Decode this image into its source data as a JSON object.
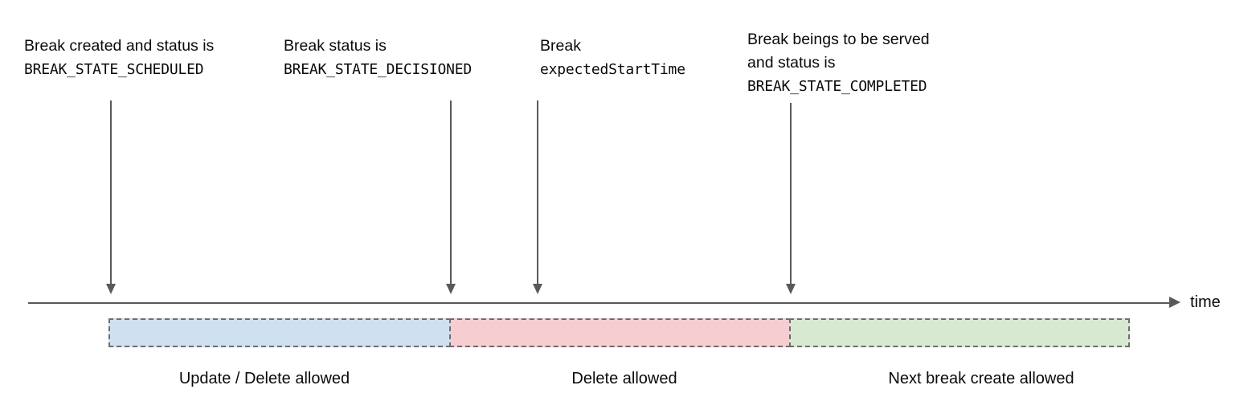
{
  "diagram": {
    "axis": {
      "label": "time",
      "arrow_icon": "arrow-right-icon"
    },
    "annotations": [
      {
        "id": "scheduled",
        "arrow_icon": "arrow-down-icon",
        "lines": [
          {
            "text": "Break created and status is",
            "style": "plain"
          },
          {
            "text": "BREAK_STATE_SCHEDULED",
            "style": "mono"
          }
        ]
      },
      {
        "id": "decisioned",
        "arrow_icon": "arrow-down-icon",
        "lines": [
          {
            "text": "Break status is",
            "style": "plain"
          },
          {
            "text": "BREAK_STATE_DECISIONED",
            "style": "mono"
          }
        ]
      },
      {
        "id": "expected",
        "arrow_icon": "arrow-down-icon",
        "lines": [
          {
            "text": "Break",
            "style": "plain"
          },
          {
            "text": "expectedStartTime",
            "style": "mono"
          }
        ]
      },
      {
        "id": "completed",
        "arrow_icon": "arrow-down-icon",
        "lines": [
          {
            "text": "Break beings to be served",
            "style": "plain"
          },
          {
            "text": "and status is",
            "style": "plain"
          },
          {
            "text": "BREAK_STATE_COMPLETED",
            "style": "mono"
          }
        ]
      }
    ],
    "phases": [
      {
        "id": "update-delete",
        "caption": "Update / Delete allowed",
        "color": "#cfe0f0"
      },
      {
        "id": "delete",
        "caption": "Delete allowed",
        "color": "#f6cdd1"
      },
      {
        "id": "next-break",
        "caption": "Next break create allowed",
        "color": "#d8e9d2"
      }
    ],
    "colors": {
      "blue_phase": "#cfe0f0",
      "red_phase": "#f6cdd1",
      "green_phase": "#d8e9d2",
      "stroke": "#59595b",
      "dashed_border": "#6d6d6d",
      "text": "#0a0a0a",
      "background": "#ffffff"
    }
  }
}
